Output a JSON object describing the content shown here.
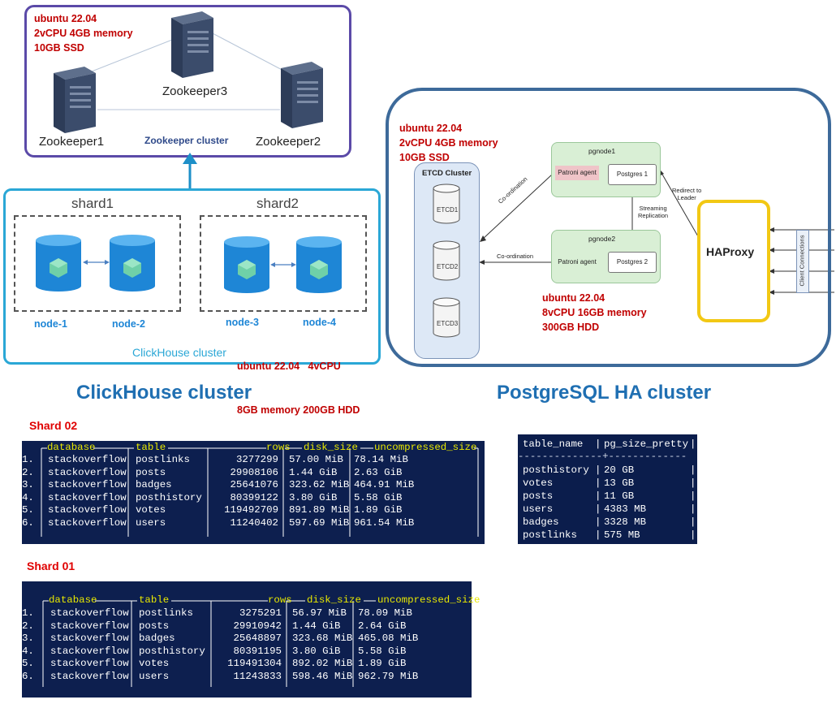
{
  "zookeeper": {
    "spec_os": "ubuntu 22.04",
    "spec_cpu": "2vCPU 4GB memory",
    "spec_disk": "10GB SSD",
    "node1": "Zookeeper1",
    "node2": "Zookeeper2",
    "node3": "Zookeeper3",
    "cluster_label": "Zookeeper cluster"
  },
  "clickhouse": {
    "shard1": "shard1",
    "shard2": "shard2",
    "node1": "node-1",
    "node2": "node-2",
    "node3": "node-3",
    "node4": "node-4",
    "spec_line1": "ubuntu 22.04   4vCPU",
    "spec_line2": "8GB memory 200GB HDD",
    "cluster_label": "ClickHouse cluster",
    "title": "ClickHouse cluster"
  },
  "postgres": {
    "title": "PostgreSQL HA cluster",
    "etcd_spec_os": "ubuntu 22.04",
    "etcd_spec_cpu": "2vCPU 4GB memory",
    "etcd_spec_disk": "10GB SSD",
    "etcd_cluster": "ETCD Cluster",
    "etcd1": "ETCD1",
    "etcd2": "ETCD2",
    "etcd3": "ETCD3",
    "pgnode1": "pgnode1",
    "pgnode2": "pgnode2",
    "patroni": "Patroni agent",
    "postgres1": "Postgres 1",
    "postgres2": "Postgres 2",
    "coordination": "Co-ordination",
    "streaming": "Streaming",
    "replication": "Replication",
    "redirect": "Redirect to",
    "leader": "Leader",
    "haproxy": "HAProxy",
    "client_connections": "Client Connections",
    "pg_spec_os": "ubuntu 22.04",
    "pg_spec_cpu": "8vCPU 16GB memory",
    "pg_spec_disk": "300GB HDD"
  },
  "shard02": {
    "label": "Shard 02",
    "rows": [
      {
        "num": "1.",
        "db": "stackoverflow",
        "table": "postlinks",
        "rows": "3277299",
        "disk": "57.00 MiB",
        "unc": "78.14 MiB"
      },
      {
        "num": "2.",
        "db": "stackoverflow",
        "table": "posts",
        "rows": "29908106",
        "disk": "1.44 GiB",
        "unc": "2.63 GiB"
      },
      {
        "num": "3.",
        "db": "stackoverflow",
        "table": "badges",
        "rows": "25641076",
        "disk": "323.62 MiB",
        "unc": "464.91 MiB"
      },
      {
        "num": "4.",
        "db": "stackoverflow",
        "table": "posthistory",
        "rows": "80399122",
        "disk": "3.80 GiB",
        "unc": "5.58 GiB"
      },
      {
        "num": "5.",
        "db": "stackoverflow",
        "table": "votes",
        "rows": "119492709",
        "disk": "891.89 MiB",
        "unc": "1.89 GiB"
      },
      {
        "num": "6.",
        "db": "stackoverflow",
        "table": "users",
        "rows": "11240402",
        "disk": "597.69 MiB",
        "unc": "961.54 MiB"
      }
    ]
  },
  "shard01": {
    "label": "Shard 01",
    "rows": [
      {
        "num": "1.",
        "db": "stackoverflow",
        "table": "postlinks",
        "rows": "3275291",
        "disk": "56.97 MiB",
        "unc": "78.09 MiB"
      },
      {
        "num": "2.",
        "db": "stackoverflow",
        "table": "posts",
        "rows": "29910942",
        "disk": "1.44 GiB",
        "unc": "2.64 GiB"
      },
      {
        "num": "3.",
        "db": "stackoverflow",
        "table": "badges",
        "rows": "25648897",
        "disk": "323.68 MiB",
        "unc": "465.08 MiB"
      },
      {
        "num": "4.",
        "db": "stackoverflow",
        "table": "posthistory",
        "rows": "80391195",
        "disk": "3.80 GiB",
        "unc": "5.58 GiB"
      },
      {
        "num": "5.",
        "db": "stackoverflow",
        "table": "votes",
        "rows": "119491304",
        "disk": "892.02 MiB",
        "unc": "1.89 GiB"
      },
      {
        "num": "6.",
        "db": "stackoverflow",
        "table": "users",
        "rows": "11243833",
        "disk": "598.46 MiB",
        "unc": "962.79 MiB"
      }
    ]
  },
  "ch_headers": {
    "database": "database",
    "table": "table",
    "rows": "rows",
    "disk_size": "disk_size",
    "uncompressed_size": "uncompressed_size"
  },
  "pg_table": {
    "col1": "table_name",
    "col2": "pg_size_pretty",
    "rows": [
      {
        "name": "posthistory",
        "size": "20 GB"
      },
      {
        "name": "votes",
        "size": "13 GB"
      },
      {
        "name": "posts",
        "size": "11 GB"
      },
      {
        "name": "users",
        "size": "4383 MB"
      },
      {
        "name": "badges",
        "size": "3328 MB"
      },
      {
        "name": "postlinks",
        "size": "575 MB"
      }
    ]
  }
}
